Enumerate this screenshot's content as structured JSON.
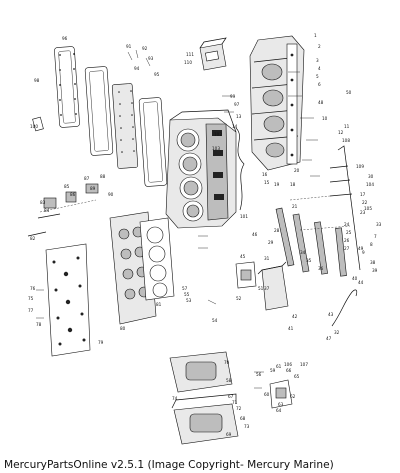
{
  "caption": "MercuryPartsOnline v2.5.1 (Image Copyright- Mercury Marine)",
  "callouts": [
    "1",
    "2",
    "3",
    "4",
    "5",
    "6",
    "7",
    "8",
    "9",
    "10",
    "11",
    "12",
    "13",
    "14",
    "15",
    "16",
    "17",
    "18",
    "19",
    "20",
    "21",
    "22",
    "23",
    "24",
    "25",
    "26",
    "27",
    "28",
    "29",
    "30",
    "31",
    "32",
    "33",
    "34",
    "35",
    "36",
    "37",
    "38",
    "39",
    "40",
    "41",
    "42",
    "43",
    "44",
    "45",
    "46",
    "47",
    "48",
    "49",
    "50",
    "51",
    "52",
    "53",
    "54",
    "55",
    "56",
    "57",
    "58",
    "59",
    "60",
    "61",
    "62",
    "63",
    "64",
    "65",
    "66",
    "67",
    "68",
    "69",
    "70",
    "71",
    "72",
    "73",
    "74",
    "75",
    "76",
    "77",
    "78",
    "79",
    "80",
    "81",
    "82",
    "83",
    "84",
    "85",
    "86",
    "87",
    "88",
    "89",
    "90",
    "91",
    "92",
    "93",
    "94",
    "95",
    "96",
    "97",
    "98",
    "99",
    "100",
    "101",
    "102",
    "103",
    "104",
    "105",
    "106",
    "107",
    "108",
    "109",
    "110",
    "111"
  ]
}
